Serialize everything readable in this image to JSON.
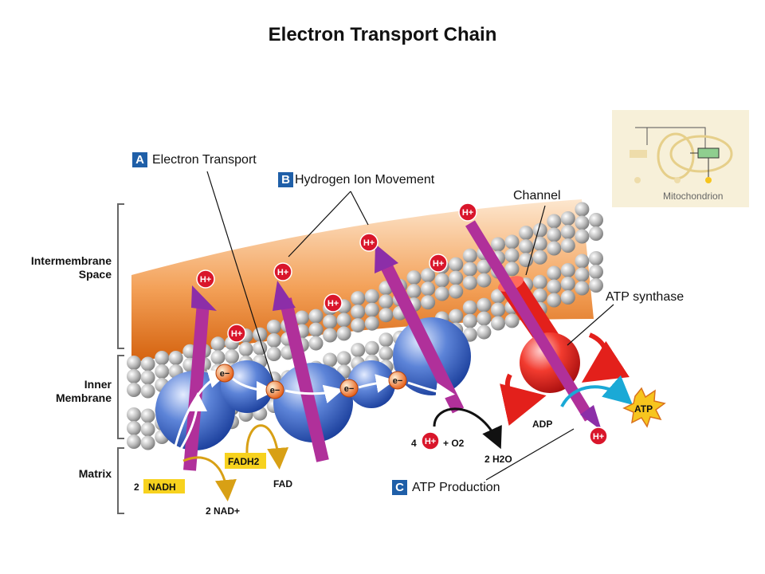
{
  "title": "Electron Transport Chain",
  "labels": {
    "a_letter": "A",
    "a_text": "Electron Transport",
    "b_letter": "B",
    "b_text": "Hydrogen Ion Movement",
    "c_letter": "C",
    "c_text": "ATP Production",
    "channel": "Channel",
    "atp_synthase": "ATP synthase",
    "intermembrane_1": "Intermembrane",
    "intermembrane_2": "Space",
    "inner_1": "Inner",
    "inner_2": "Membrane",
    "matrix": "Matrix"
  },
  "molecules": {
    "h_ion": "H+",
    "electron": "e−",
    "nadh_coef": "2",
    "nadh": "NADH",
    "nad": "2 NAD+",
    "fadh2": "FADH2",
    "fad": "FAD",
    "oxygen_coef": "4",
    "oxygen": "+ O2",
    "water": "2 H2O",
    "adp": "ADP",
    "atp": "ATP"
  },
  "inset": {
    "caption": "Mitochondrion"
  },
  "colors": {
    "h_ion": "#d9162b",
    "protein": "#2d58c2",
    "arrow": "#b0309a",
    "synthase": "#e3201b",
    "nadh_box": "#f7d21e",
    "badge": "#1f5fa8"
  }
}
